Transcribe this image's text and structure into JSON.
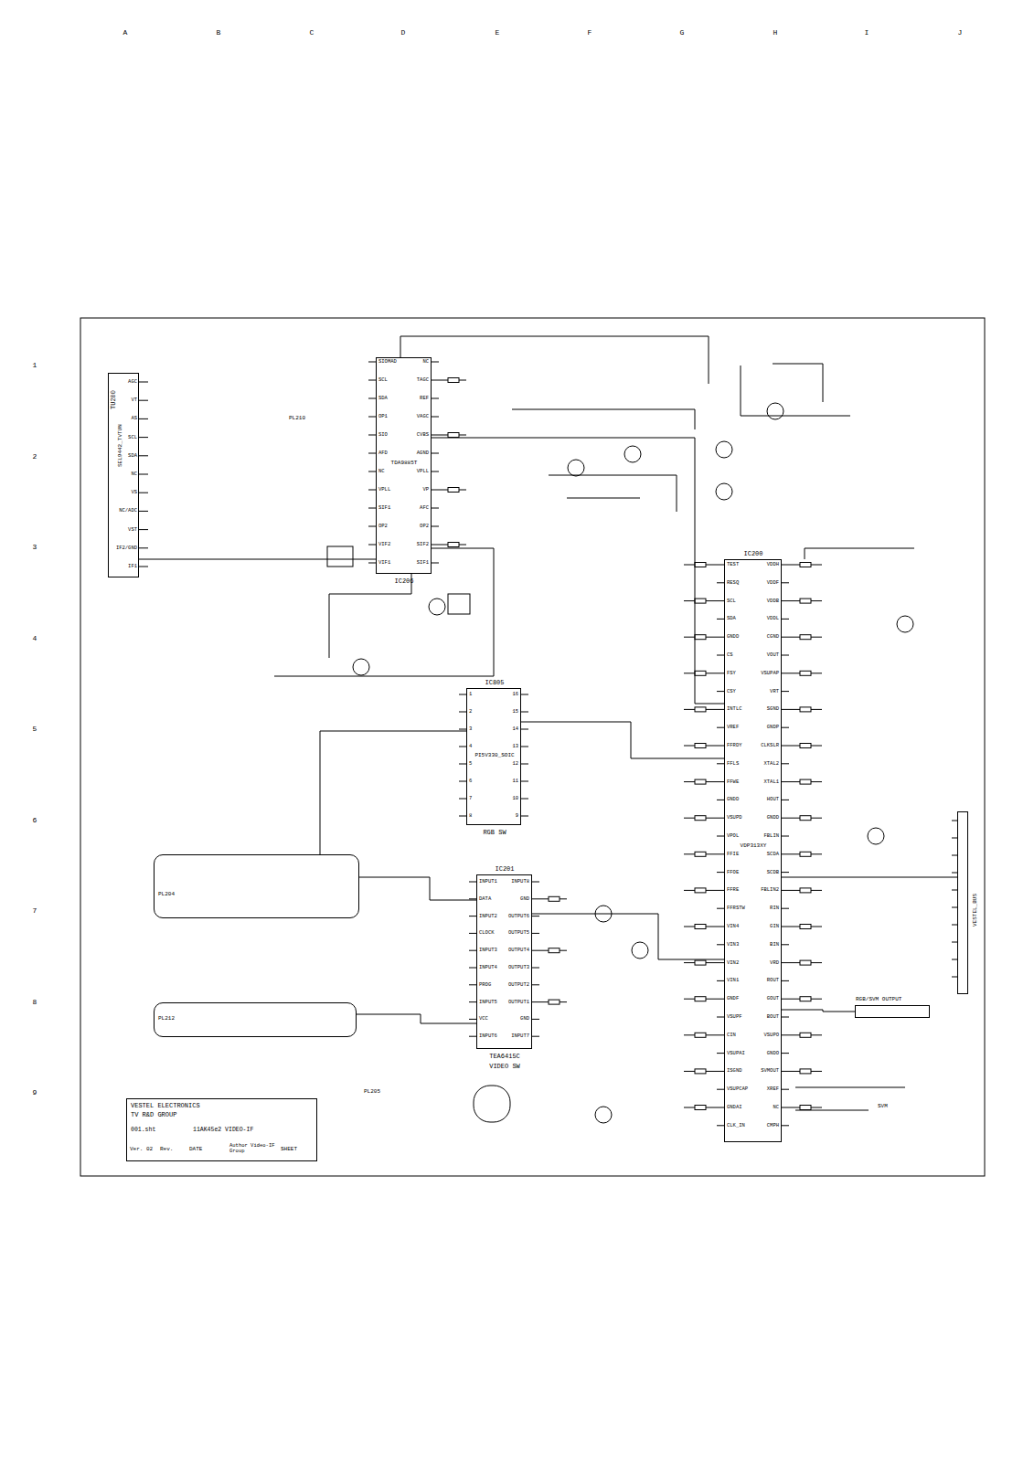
{
  "diagram": {
    "nodes": [
      {
        "text": [
          "TU200",
          "SEL9442_TVTUN"
        ]
      },
      {
        "text": [
          "TDA9885T",
          "IC206"
        ]
      },
      {
        "text": [
          "IC805",
          "PI5V330_SOIC",
          "RGB SW"
        ]
      },
      {
        "text": [
          "IC201",
          "TEA6415C",
          "VIDEO SW"
        ]
      },
      {
        "text": [
          "IC200",
          "VDP313XY"
        ]
      },
      {
        "text": [
          "PL204"
        ]
      },
      {
        "text": [
          "PL212"
        ]
      },
      {
        "text": [
          "RGB/SVM OUTPUT"
        ]
      },
      {
        "text": [
          "VESTEL_BUS"
        ]
      },
      {
        "text": [
          "VESTEL ELECTRONICS",
          "TV R&D GROUP",
          "001.sht",
          "11AK45e2 VIDEO-IF",
          "Ver. 02",
          "Rev.",
          "DATE",
          "Author Video-IF Group",
          "SHEET"
        ]
      }
    ],
    "edges": [
      {
        "from": 0,
        "to": 1,
        "arrow": "none"
      },
      {
        "from": 1,
        "to": 4,
        "arrow": "none"
      },
      {
        "from": 2,
        "to": 4,
        "arrow": "none"
      },
      {
        "from": 3,
        "to": 4,
        "arrow": "none"
      },
      {
        "from": 5,
        "to": 3,
        "arrow": "none"
      },
      {
        "from": 6,
        "to": 3,
        "arrow": "none"
      },
      {
        "from": 5,
        "to": 2,
        "arrow": "none"
      },
      {
        "from": 4,
        "to": 7,
        "arrow": "none"
      },
      {
        "from": 4,
        "to": 8,
        "arrow": "none"
      }
    ],
    "labels": [
      "A",
      "B",
      "C",
      "D",
      "E",
      "F",
      "G",
      "H",
      "I",
      "J",
      "1",
      "2",
      "3",
      "4",
      "5",
      "6",
      "7",
      "8",
      "9",
      "AGC",
      "VT",
      "AS",
      "SCL",
      "SDA",
      "NC",
      "VS",
      "NC/ADC",
      "VST",
      "IF2/GND",
      "IF1",
      "SIOMAD",
      "SCL",
      "SDA",
      "OP1",
      "SIO",
      "AFD",
      "NC",
      "VPLL",
      "SIF1",
      "OP2",
      "VIF2",
      "VIF1",
      "NC",
      "TAGC",
      "REF",
      "VAGC",
      "CVBS",
      "AGND",
      "VPLL",
      "VP",
      "AFC",
      "OP2",
      "SIF2",
      "SIF1",
      "1",
      "2",
      "3",
      "4",
      "5",
      "6",
      "7",
      "8",
      "16",
      "15",
      "14",
      "13",
      "12",
      "11",
      "10",
      "9",
      "INPUT1",
      "DATA",
      "INPUT2",
      "CLOCK",
      "INPUT3",
      "INPUT4",
      "PROG",
      "INPUT5",
      "VCC",
      "INPUT6",
      "INPUT8",
      "GND",
      "OUTPUT6",
      "OUTPUT5",
      "OUTPUT4",
      "OUTPUT3",
      "OUTPUT2",
      "OUTPUT1",
      "GND",
      "INPUT7",
      "TEST",
      "RESQ",
      "SCL",
      "SDA",
      "GNDD",
      "CS",
      "FSY",
      "CSY",
      "INTLC",
      "VREF",
      "FFRDY",
      "FFLS",
      "FFWE",
      "GNDD",
      "VSUPD",
      "VPOL",
      "FFIE",
      "FFOE",
      "FFRE",
      "FFRSTW",
      "VIN4",
      "VIN3",
      "VIN2",
      "VIN1",
      "GNDF",
      "VSUPF",
      "CIN",
      "VSUPAI",
      "ISGND",
      "VSUPCAP",
      "GNDAI",
      "CLK_IN",
      "VDDH",
      "VDDF",
      "VDDB",
      "VDDL",
      "CGND",
      "VOUT",
      "VSUPAP",
      "VRT",
      "SGND",
      "GNDP",
      "CLKSLR",
      "XTAL2",
      "XTAL1",
      "HOUT",
      "GNDD",
      "FBLIN",
      "SCDA",
      "SCDB",
      "FBLIN2",
      "RIN",
      "GIN",
      "BIN",
      "VRD",
      "ROUT",
      "GOUT",
      "BOUT",
      "VSUPO",
      "GNDO",
      "SVMOUT",
      "XREF",
      "NC",
      "CMPH",
      "PL210",
      "PL205",
      "SVM"
    ]
  }
}
